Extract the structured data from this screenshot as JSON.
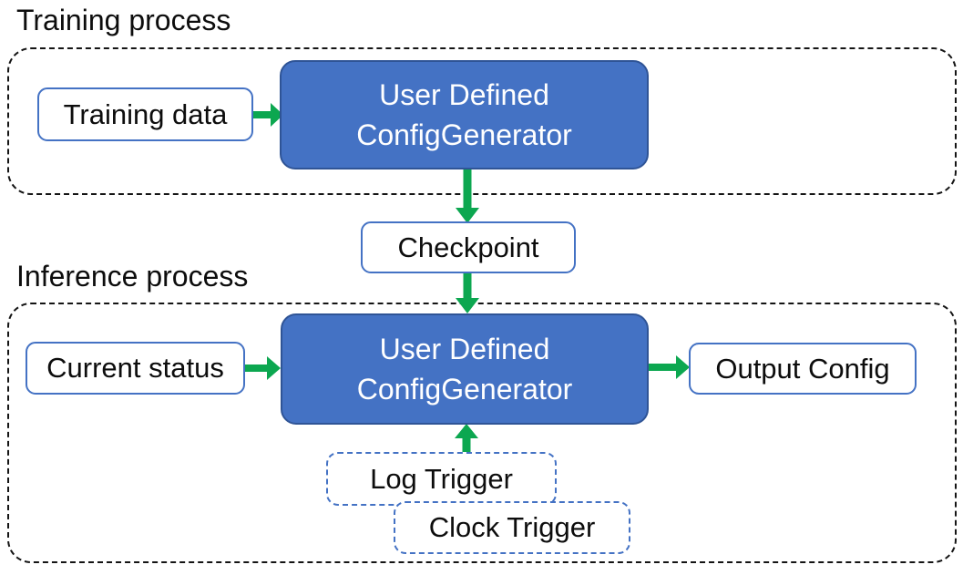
{
  "colors": {
    "arrow_green": "#0CA750",
    "box_blue_fill": "#4472C4",
    "box_blue_border": "#2F5496",
    "light_box_border": "#4472C4",
    "trigger_border": "#4472C4",
    "container_border": "#141414",
    "text_dark": "#0D0D0D",
    "text_light": "#FFFFFF"
  },
  "training": {
    "title": "Training process",
    "input_box": "Training data",
    "generator_line1": "User Defined",
    "generator_line2": "ConfigGenerator"
  },
  "checkpoint": {
    "label": "Checkpoint"
  },
  "inference": {
    "title": "Inference process",
    "input_box": "Current status",
    "generator_line1": "User Defined",
    "generator_line2": "ConfigGenerator",
    "output_box": "Output Config",
    "log_trigger": "Log Trigger",
    "clock_trigger": "Clock Trigger"
  }
}
